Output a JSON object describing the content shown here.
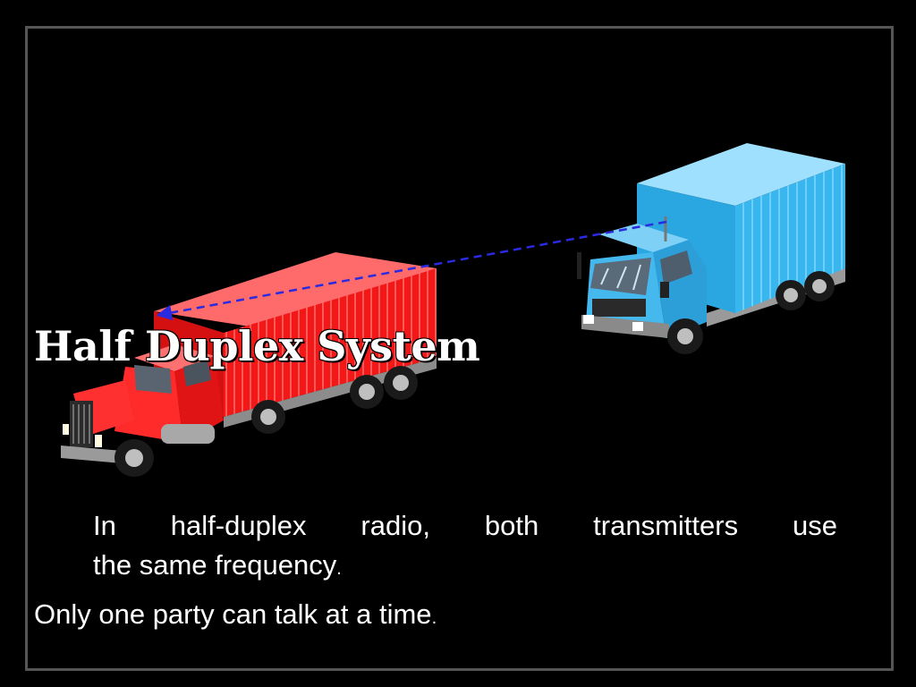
{
  "slide": {
    "title": "Half Duplex System",
    "paragraph_1": {
      "line_1_words": [
        "In",
        "half-duplex",
        "radio,",
        "both",
        "transmitters",
        "use"
      ],
      "line_2": "the same frequency",
      "line_2_end": "."
    },
    "paragraph_2": {
      "text": "Only one party can talk at a time",
      "end": "."
    }
  },
  "illustration": {
    "left_vehicle": "red-semi-truck",
    "right_vehicle": "blue-box-truck",
    "signal_arrow_direction": "right-to-left",
    "colors": {
      "background": "#000000",
      "frame": "#555555",
      "red_truck": "#ff2020",
      "blue_truck": "#36b8f0",
      "signal_arrow": "#2a2ae0",
      "text": "#ffffff"
    }
  }
}
